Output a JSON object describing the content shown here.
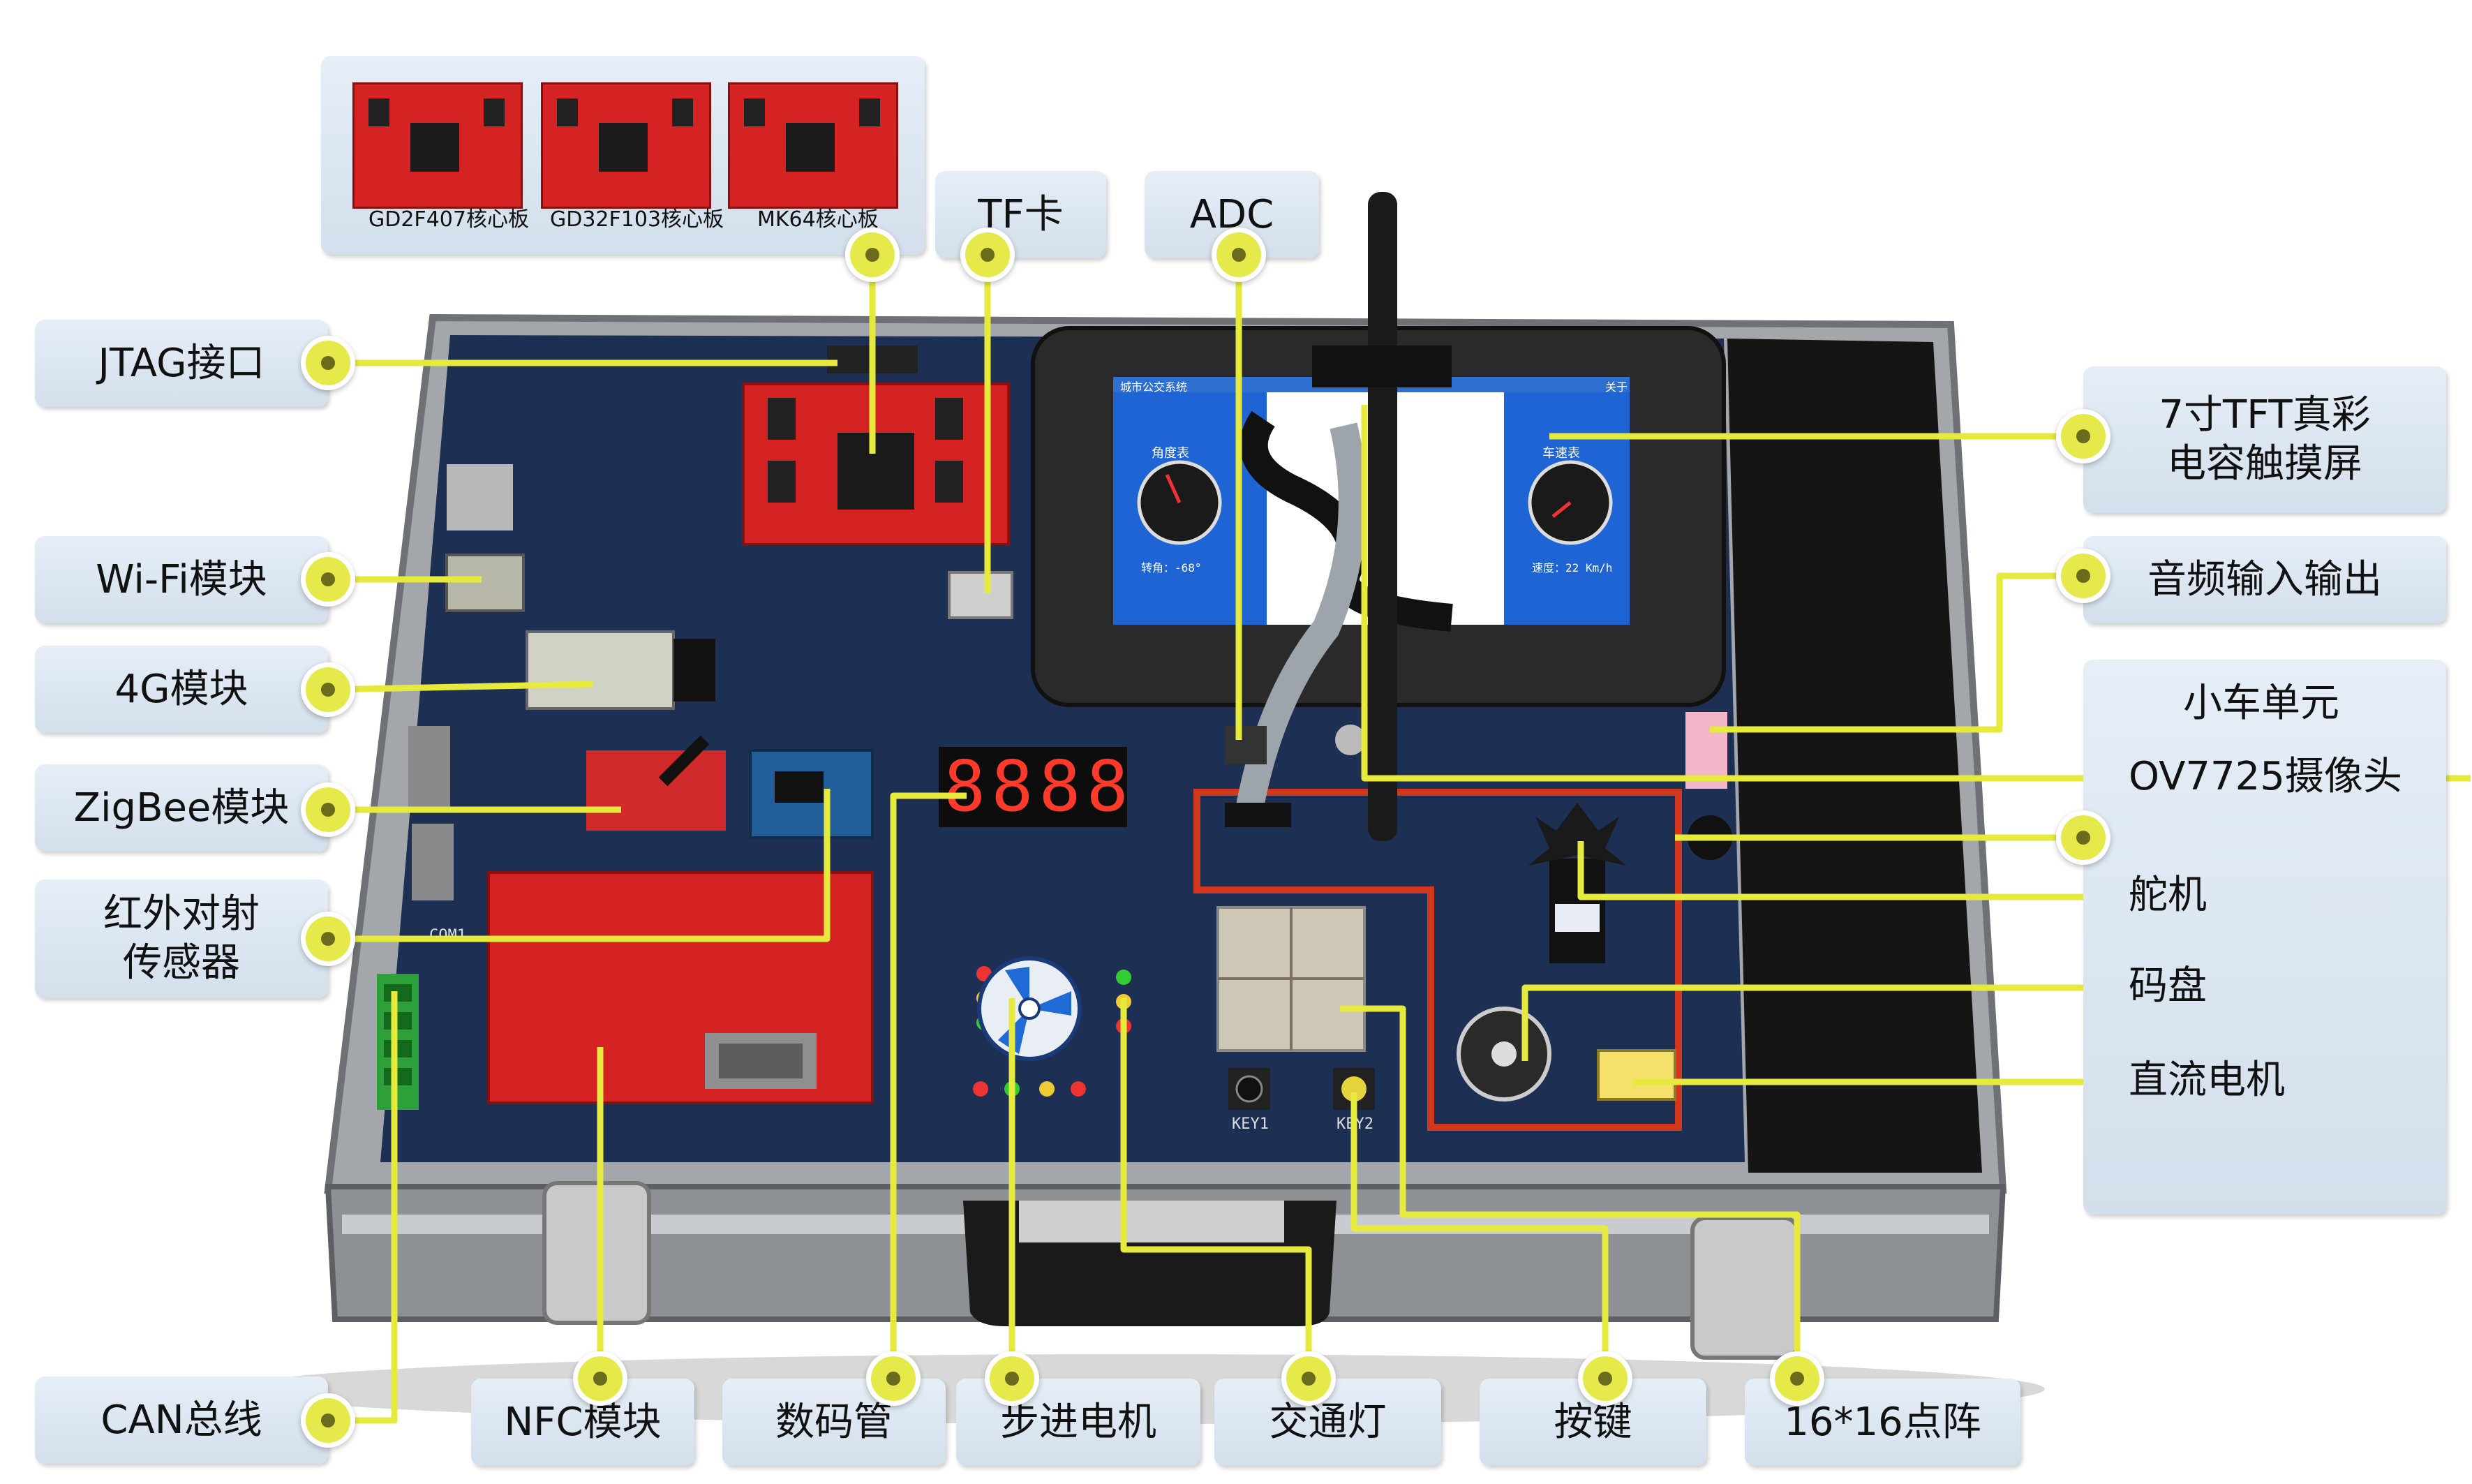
{
  "colors": {
    "connector": "#e6ea3c",
    "board": "#1d2f52",
    "pcb_red": "#d52222",
    "case": "#a7abb0",
    "highlight_box": "#d2381e",
    "label_bg": "#dce6f1"
  },
  "core_boards": [
    "GD2F407核心板",
    "GD32F103核心板",
    "MK64核心板"
  ],
  "labels": {
    "tf": "TF卡",
    "adc": "ADC",
    "jtag": "JTAG接口",
    "wifi": "Wi-Fi模块",
    "lte": "4G模块",
    "zigbee": "ZigBee模块",
    "ir_line1": "红外对射",
    "ir_line2": "传感器",
    "can": "CAN总线",
    "nfc": "NFC模块",
    "digits": "数码管",
    "stepper": "步进电机",
    "traffic": "交通灯",
    "keys": "按键",
    "matrix": "16*16点阵",
    "tft_line1": "7寸TFT真彩",
    "tft_line2": "电容触摸屏",
    "audio": "音频输入输出",
    "car_unit": "小车单元",
    "camera": "OV7725摄像头",
    "servo": "舵机",
    "encoder": "码盘",
    "dc_motor": "直流电机"
  },
  "board_printing": {
    "seg_display": "8888",
    "screen_title": "城市公交系统",
    "screen_menu": "关于",
    "gauge_angle": "角度表",
    "gauge_speed": "车速表",
    "angle_readout": "转角：-68°",
    "speed_readout": "速度：22 Km/h",
    "key1": "KEY1",
    "key2": "KEY2",
    "com": "COM1"
  }
}
